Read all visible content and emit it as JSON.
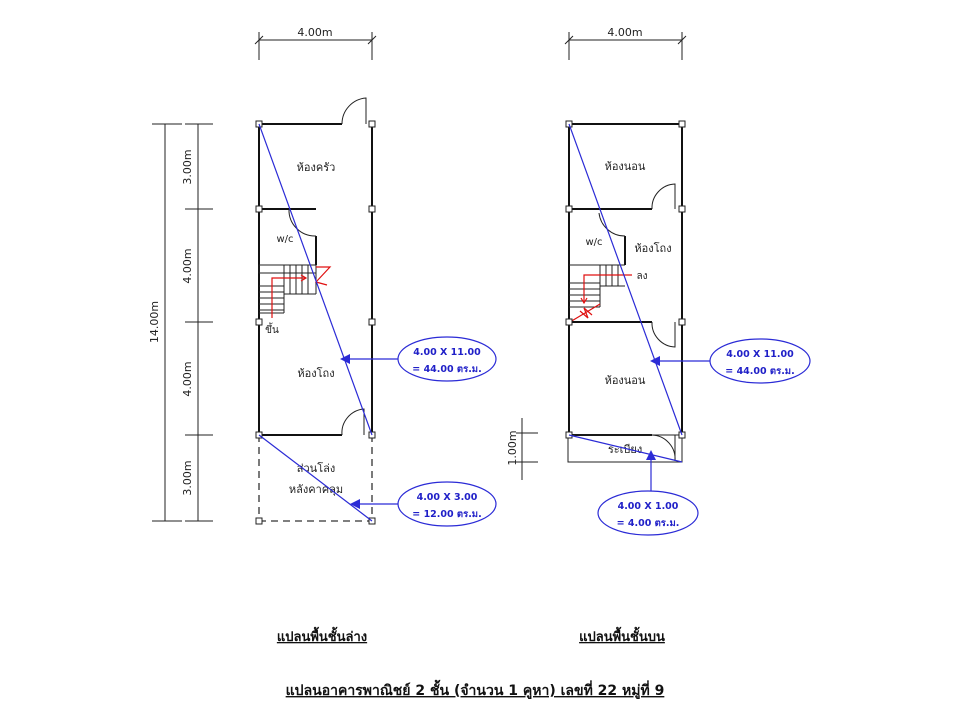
{
  "ground_floor": {
    "title": "แปลนพื้นชั้นล่าง",
    "width_dim": "4.00m",
    "total_dim": "14.00m",
    "segment_dims": [
      "3.00m",
      "4.00m",
      "4.00m",
      "3.00m"
    ],
    "rooms": {
      "kitchen": "ห้องครัว",
      "wc": "w/c",
      "hall": "ห้องโถง",
      "stair_up": "ขึ้น",
      "open_area_1": "ส่วนโล่ง",
      "open_area_2": "หลังคาคลุม"
    },
    "areas": [
      {
        "line1": "4.00 X 11.00",
        "line2": "= 44.00 ตร.ม."
      },
      {
        "line1": "4.00 X 3.00",
        "line2": "= 12.00 ตร.ม."
      }
    ]
  },
  "upper_floor": {
    "title": "แปลนพื้นชั้นบน",
    "width_dim": "4.00m",
    "balcony_dim": "1.00m",
    "rooms": {
      "bedroom_1": "ห้องนอน",
      "wc": "w/c",
      "hall": "ห้องโถง",
      "stair_down": "ลง",
      "bedroom_2": "ห้องนอน",
      "balcony": "ระเบียง"
    },
    "areas": [
      {
        "line1": "4.00 X 11.00",
        "line2": "= 44.00 ตร.ม."
      },
      {
        "line1": "4.00 X 1.00",
        "line2": "= 4.00 ตร.ม."
      }
    ]
  },
  "main_title": "แปลนอาคารพาณิชย์ 2 ชั้น (จำนวน 1 คูหา) เลขที่ 22 หมู่ที่ 9",
  "colors": {
    "area_annotation": "#2b2bd6",
    "stair": "#e01010"
  }
}
